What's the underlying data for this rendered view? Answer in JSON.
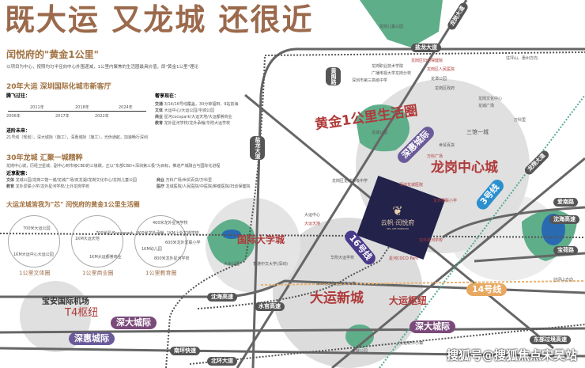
{
  "title": "既大运 又龙城 还很近",
  "intro": {
    "heading": "闰悦府的\"黄金1公里\"",
    "desc": "以项目为中心，按照均匀半径向中心外围递减，1公里内聚焦的生活圈最具价值，即\"黄金1公里\"理论"
  },
  "dayun": {
    "heading": "20年大运 深圳国际化城市新客厅",
    "past_label": "腾飞过往：",
    "timeline": [
      "2006年",
      "2011年",
      "2017年",
      "2018年",
      "2022年",
      "2024年"
    ],
    "future_label": "进阶未来：",
    "future_text": "21号线（规划），深大城际（施工），深惠城际（施工），光侨通航，加速畅行深圳",
    "now_label": "奢享现在：",
    "now_items": [
      {
        "tag": "交通",
        "text": "3/14/16号线覆盖，30分钟福田，9站前海"
      },
      {
        "tag": "文体",
        "text": "大运中心/大运公园/字城公园"
      },
      {
        "tag": "商业",
        "text": "星河cocopark/大运天地/大运都荟商业"
      },
      {
        "tag": "教育",
        "text": "龙外星河学校/龙外承翰/华附大运学校"
      }
    ]
  },
  "longcheng": {
    "heading": "30年龙城 汇聚一城精粹",
    "desc": "龙岗中心城，历经卫星城、副中心到市级CBD的三级跳，正以\"东部CBD+深圳第三极\"为目标，推进产城融合与国际化进程",
    "near_label": "近享配套：",
    "items": [
      {
        "tag": "文体",
        "text": "龙城公园/龙岗三馆一城/龙城广场/双龙湖/龙岗文化中心/龙岗儿童公园"
      },
      {
        "tag": "教育",
        "text": "龙外爱联小学/龙外星河学校/上外龙岗学校"
      },
      {
        "tag": "商业",
        "text": "万科广场/世贸百货/万科里"
      },
      {
        "tag": "医疗",
        "text": "龙城医院/人民医院/中医院/肿瘤医院/妇幼保健院"
      }
    ]
  },
  "core": {
    "heading": "大运龙城皆我为\"芯\" 闰悦府的黄金1公里生活圈",
    "circles": [
      {
        "label": "1公里文体圈",
        "pois": [
          "700米大运公园",
          "1KM大运中心大运公园"
        ]
      },
      {
        "label": "1公里商业圈",
        "pois": [
          "1KM大运天地",
          "700米星河cocopark",
          "1KM大运都荟商业"
        ]
      },
      {
        "label": "1公里教育圈",
        "pois": [
          "400米龙外星河学校",
          "800米龙外承翰",
          "1KM上外龙岗学校",
          "600米龙外爱联小学",
          "1KM幼儿园",
          "800米龙外星河学校"
        ]
      }
    ]
  },
  "map": {
    "areas": {
      "golden": "黄金1公里生活圈",
      "longgang": "龙岗中心城",
      "university": "国际大学城",
      "dayun_new": "大运新城",
      "dayun_hub": "大运枢纽",
      "airport": "宝安国际机场",
      "t4": "T4枢纽"
    },
    "project": {
      "name": "云帆·闰悦府",
      "en": "SEL ART MANSION"
    },
    "lines": {
      "l16": "16号线",
      "l3": "3号线",
      "l14": "14号线",
      "shenda": "深大城际",
      "shenhui": "深惠城际",
      "shenhui2": "深惠城际"
    },
    "roads": [
      "盐龙大道",
      "黄阁路",
      "盐龙大道",
      "龙岗大道",
      "水官高速",
      "沈海高速",
      "南坪快速",
      "北环大道",
      "爱南路",
      "沈海高速",
      "宝荷路",
      "东部过境高速",
      "龙翔大道"
    ],
    "pois": [
      "龙岗儿童公园",
      "龙岗区妇幼保健院",
      "龙岗职业技术学院",
      "广播电视大学龙岗分校",
      "深圳市第三高级中学",
      "龙岗区人民医院",
      "龙潭公园",
      "龙岗区政府",
      "龙岗文化中心",
      "龙城广场",
      "龙城公园",
      "三馆一城",
      "万科里",
      "世贸百货",
      "万科广场",
      "深圳龙城医院",
      "龙外爱联小学",
      "龙外星河学校",
      "星河COCO Park",
      "大运公园",
      "香港中文大学(深圳)",
      "华附大运学校",
      "大运中心",
      "大运天地",
      "大运软件小镇",
      "东城公园",
      "龙岗区龙城高级中学",
      "深圳信息职业技术大学",
      "往坪山、惠州方向",
      "往坪山方向"
    ],
    "watermark": "搜狐号@搜狐焦点宋昊站"
  }
}
